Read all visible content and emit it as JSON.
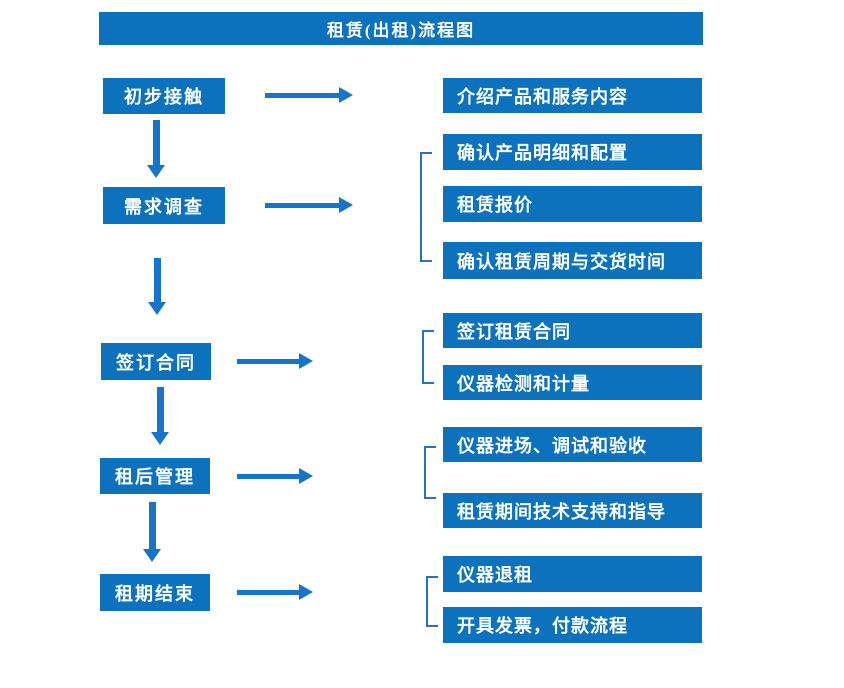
{
  "title": "租赁(出租)流程图",
  "colors": {
    "box_blue": "#0c72bd",
    "arrow_blue": "#1674ca",
    "bracket_blue": "#2a73bb",
    "text_white": "#ffffff"
  },
  "stages": [
    {
      "label": "初步接触",
      "outputs": [
        "介绍产品和服务内容"
      ]
    },
    {
      "label": "需求调查",
      "outputs": [
        "确认产品明细和配置",
        "租赁报价",
        "确认租赁周期与交货时间"
      ]
    },
    {
      "label": "签订合同",
      "outputs": [
        "签订租赁合同",
        "仪器检测和计量"
      ]
    },
    {
      "label": "租后管理",
      "outputs": [
        "仪器进场、调试和验收",
        "租赁期间技术支持和指导"
      ]
    },
    {
      "label": "租期结束",
      "outputs": [
        "仪器退租",
        "开具发票，付款流程"
      ]
    }
  ]
}
